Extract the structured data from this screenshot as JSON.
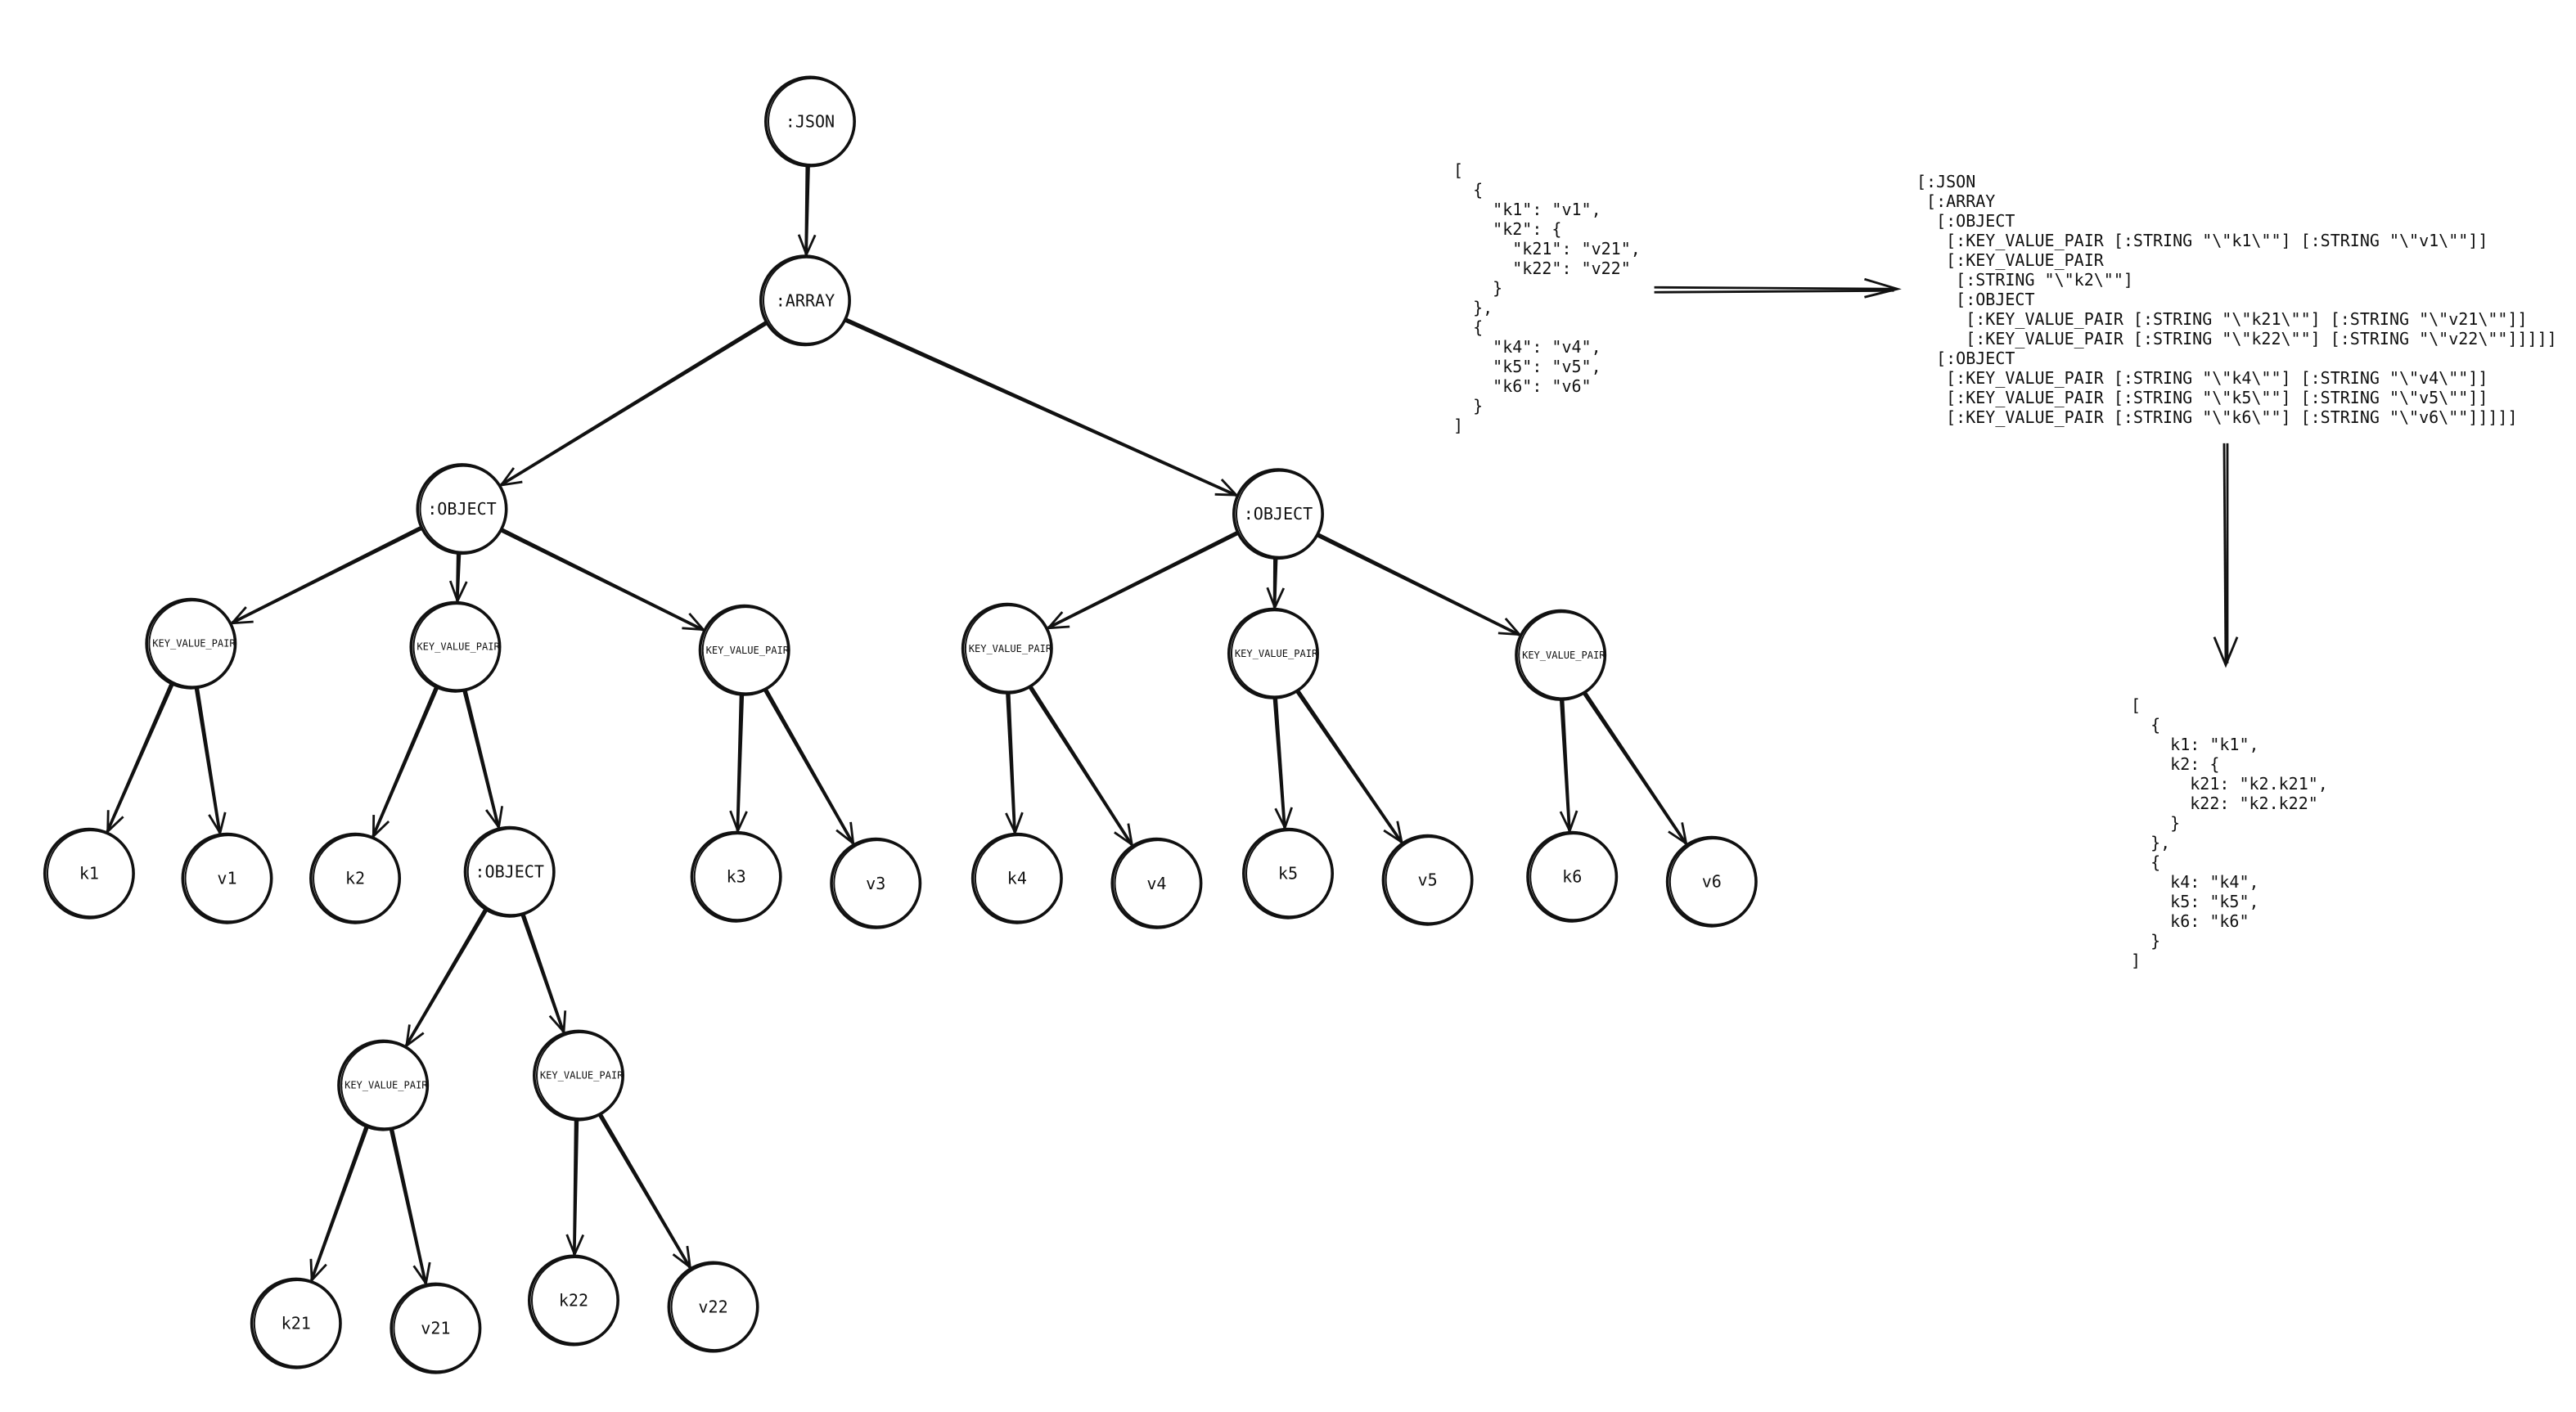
{
  "tree": {
    "nodes": [
      {
        "id": "json",
        "label": ":JSON"
      },
      {
        "id": "array",
        "label": ":ARRAY"
      },
      {
        "id": "obj1",
        "label": ":OBJECT"
      },
      {
        "id": "obj2",
        "label": ":OBJECT"
      },
      {
        "id": "kv1",
        "label": ":KEY_VALUE_PAIR"
      },
      {
        "id": "kv2",
        "label": ":KEY_VALUE_PAIR"
      },
      {
        "id": "kv3",
        "label": ":KEY_VALUE_PAIR"
      },
      {
        "id": "kv4",
        "label": ":KEY_VALUE_PAIR"
      },
      {
        "id": "kv5",
        "label": ":KEY_VALUE_PAIR"
      },
      {
        "id": "kv6",
        "label": ":KEY_VALUE_PAIR"
      },
      {
        "id": "k1",
        "label": "k1"
      },
      {
        "id": "v1",
        "label": "v1"
      },
      {
        "id": "k2",
        "label": "k2"
      },
      {
        "id": "obj3",
        "label": ":OBJECT"
      },
      {
        "id": "k3",
        "label": "k3"
      },
      {
        "id": "v3",
        "label": "v3"
      },
      {
        "id": "k4",
        "label": "k4"
      },
      {
        "id": "v4",
        "label": "v4"
      },
      {
        "id": "k5",
        "label": "k5"
      },
      {
        "id": "v5",
        "label": "v5"
      },
      {
        "id": "k6",
        "label": "k6"
      },
      {
        "id": "v6",
        "label": "v6"
      },
      {
        "id": "kv21",
        "label": ":KEY_VALUE_PAIR"
      },
      {
        "id": "kv22",
        "label": ":KEY_VALUE_PAIR"
      },
      {
        "id": "k21",
        "label": "k21"
      },
      {
        "id": "v21",
        "label": "v21"
      },
      {
        "id": "k22",
        "label": "k22"
      },
      {
        "id": "v22",
        "label": "v22"
      }
    ],
    "edges": [
      [
        "json",
        "array"
      ],
      [
        "array",
        "obj1"
      ],
      [
        "array",
        "obj2"
      ],
      [
        "obj1",
        "kv1"
      ],
      [
        "obj1",
        "kv2"
      ],
      [
        "obj1",
        "kv3"
      ],
      [
        "obj2",
        "kv4"
      ],
      [
        "obj2",
        "kv5"
      ],
      [
        "obj2",
        "kv6"
      ],
      [
        "kv1",
        "k1"
      ],
      [
        "kv1",
        "v1"
      ],
      [
        "kv2",
        "k2"
      ],
      [
        "kv2",
        "obj3"
      ],
      [
        "kv3",
        "k3"
      ],
      [
        "kv3",
        "v3"
      ],
      [
        "kv4",
        "k4"
      ],
      [
        "kv4",
        "v4"
      ],
      [
        "kv5",
        "k5"
      ],
      [
        "kv5",
        "v5"
      ],
      [
        "kv6",
        "k6"
      ],
      [
        "kv6",
        "v6"
      ],
      [
        "obj3",
        "kv21"
      ],
      [
        "obj3",
        "kv22"
      ],
      [
        "kv21",
        "k21"
      ],
      [
        "kv21",
        "v21"
      ],
      [
        "kv22",
        "k22"
      ],
      [
        "kv22",
        "v22"
      ]
    ]
  },
  "json_input": {
    "lines": [
      "[",
      "  {",
      "    \"k1\": \"v1\",",
      "    \"k2\": {",
      "      \"k21\": \"v21\",",
      "      \"k22\": \"v22\"",
      "    }",
      "  },",
      "  {",
      "    \"k4\": \"v4\",",
      "    \"k5\": \"v5\",",
      "    \"k6\": \"v6\"",
      "  }",
      "]"
    ]
  },
  "parse_tree": {
    "lines": [
      "[:JSON",
      " [:ARRAY",
      "  [:OBJECT",
      "   [:KEY_VALUE_PAIR [:STRING \"\\\"k1\\\"\"] [:STRING \"\\\"v1\\\"\"]]",
      "   [:KEY_VALUE_PAIR",
      "    [:STRING \"\\\"k2\\\"\"]",
      "    [:OBJECT",
      "     [:KEY_VALUE_PAIR [:STRING \"\\\"k21\\\"\"] [:STRING \"\\\"v21\\\"\"]]",
      "     [:KEY_VALUE_PAIR [:STRING \"\\\"k22\\\"\"] [:STRING \"\\\"v22\\\"\"]]]]]",
      "  [:OBJECT",
      "   [:KEY_VALUE_PAIR [:STRING \"\\\"k4\\\"\"] [:STRING \"\\\"v4\\\"\"]]",
      "   [:KEY_VALUE_PAIR [:STRING \"\\\"k5\\\"\"] [:STRING \"\\\"v5\\\"\"]]",
      "   [:KEY_VALUE_PAIR [:STRING \"\\\"k6\\\"\"] [:STRING \"\\\"v6\\\"\"]]]]]"
    ]
  },
  "output": {
    "lines": [
      "[",
      "  {",
      "    k1: \"k1\",",
      "    k2: {",
      "      k21: \"k2.k21\",",
      "      k22: \"k2.k22\"",
      "    }",
      "  },",
      "  {",
      "    k4: \"k4\",",
      "    k5: \"k5\",",
      "    k6: \"k6\"",
      "  }",
      "]"
    ]
  }
}
